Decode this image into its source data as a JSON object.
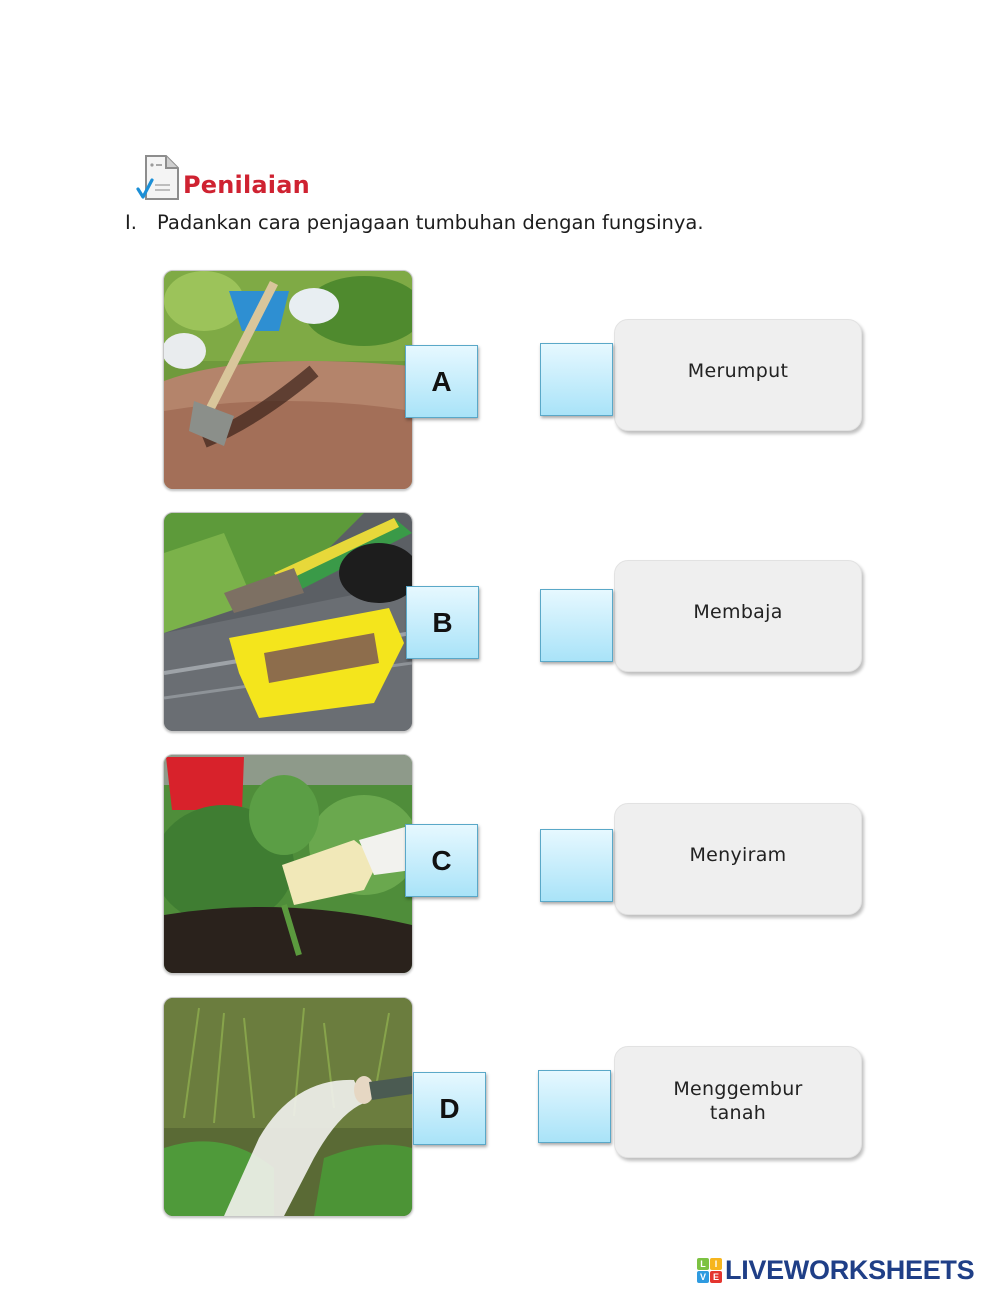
{
  "header": {
    "icon": "assessment-checklist-icon",
    "title": "Penilaian",
    "title_color": "#cf2231"
  },
  "question": {
    "number": "I.",
    "text": "Padankan cara penjagaan tumbuhan dengan fungsinya."
  },
  "items": [
    {
      "letter": "A",
      "image": "hoe-digging-soil-photo"
    },
    {
      "letter": "B",
      "image": "fertilizer-tray-photo"
    },
    {
      "letter": "C",
      "image": "gloved-hand-weeding-photo"
    },
    {
      "letter": "D",
      "image": "watering-can-spray-photo"
    }
  ],
  "answers": [
    {
      "value": "",
      "option": "Merumput"
    },
    {
      "value": "",
      "option": "Membaja"
    },
    {
      "value": "",
      "option": "Menyiram"
    },
    {
      "value": "",
      "option": "Menggembur\ntanah"
    }
  ],
  "colors": {
    "box_fill_top": "#e6f8ff",
    "box_fill_bottom": "#a9e3f8",
    "box_border": "#5aa8c8",
    "card_fill": "#efefef",
    "logo_text": "#1f3f87"
  },
  "footer": {
    "logo_tiles": [
      "L",
      "I",
      "V",
      "E"
    ],
    "logo_text": "LIVEWORKSHEETS"
  }
}
